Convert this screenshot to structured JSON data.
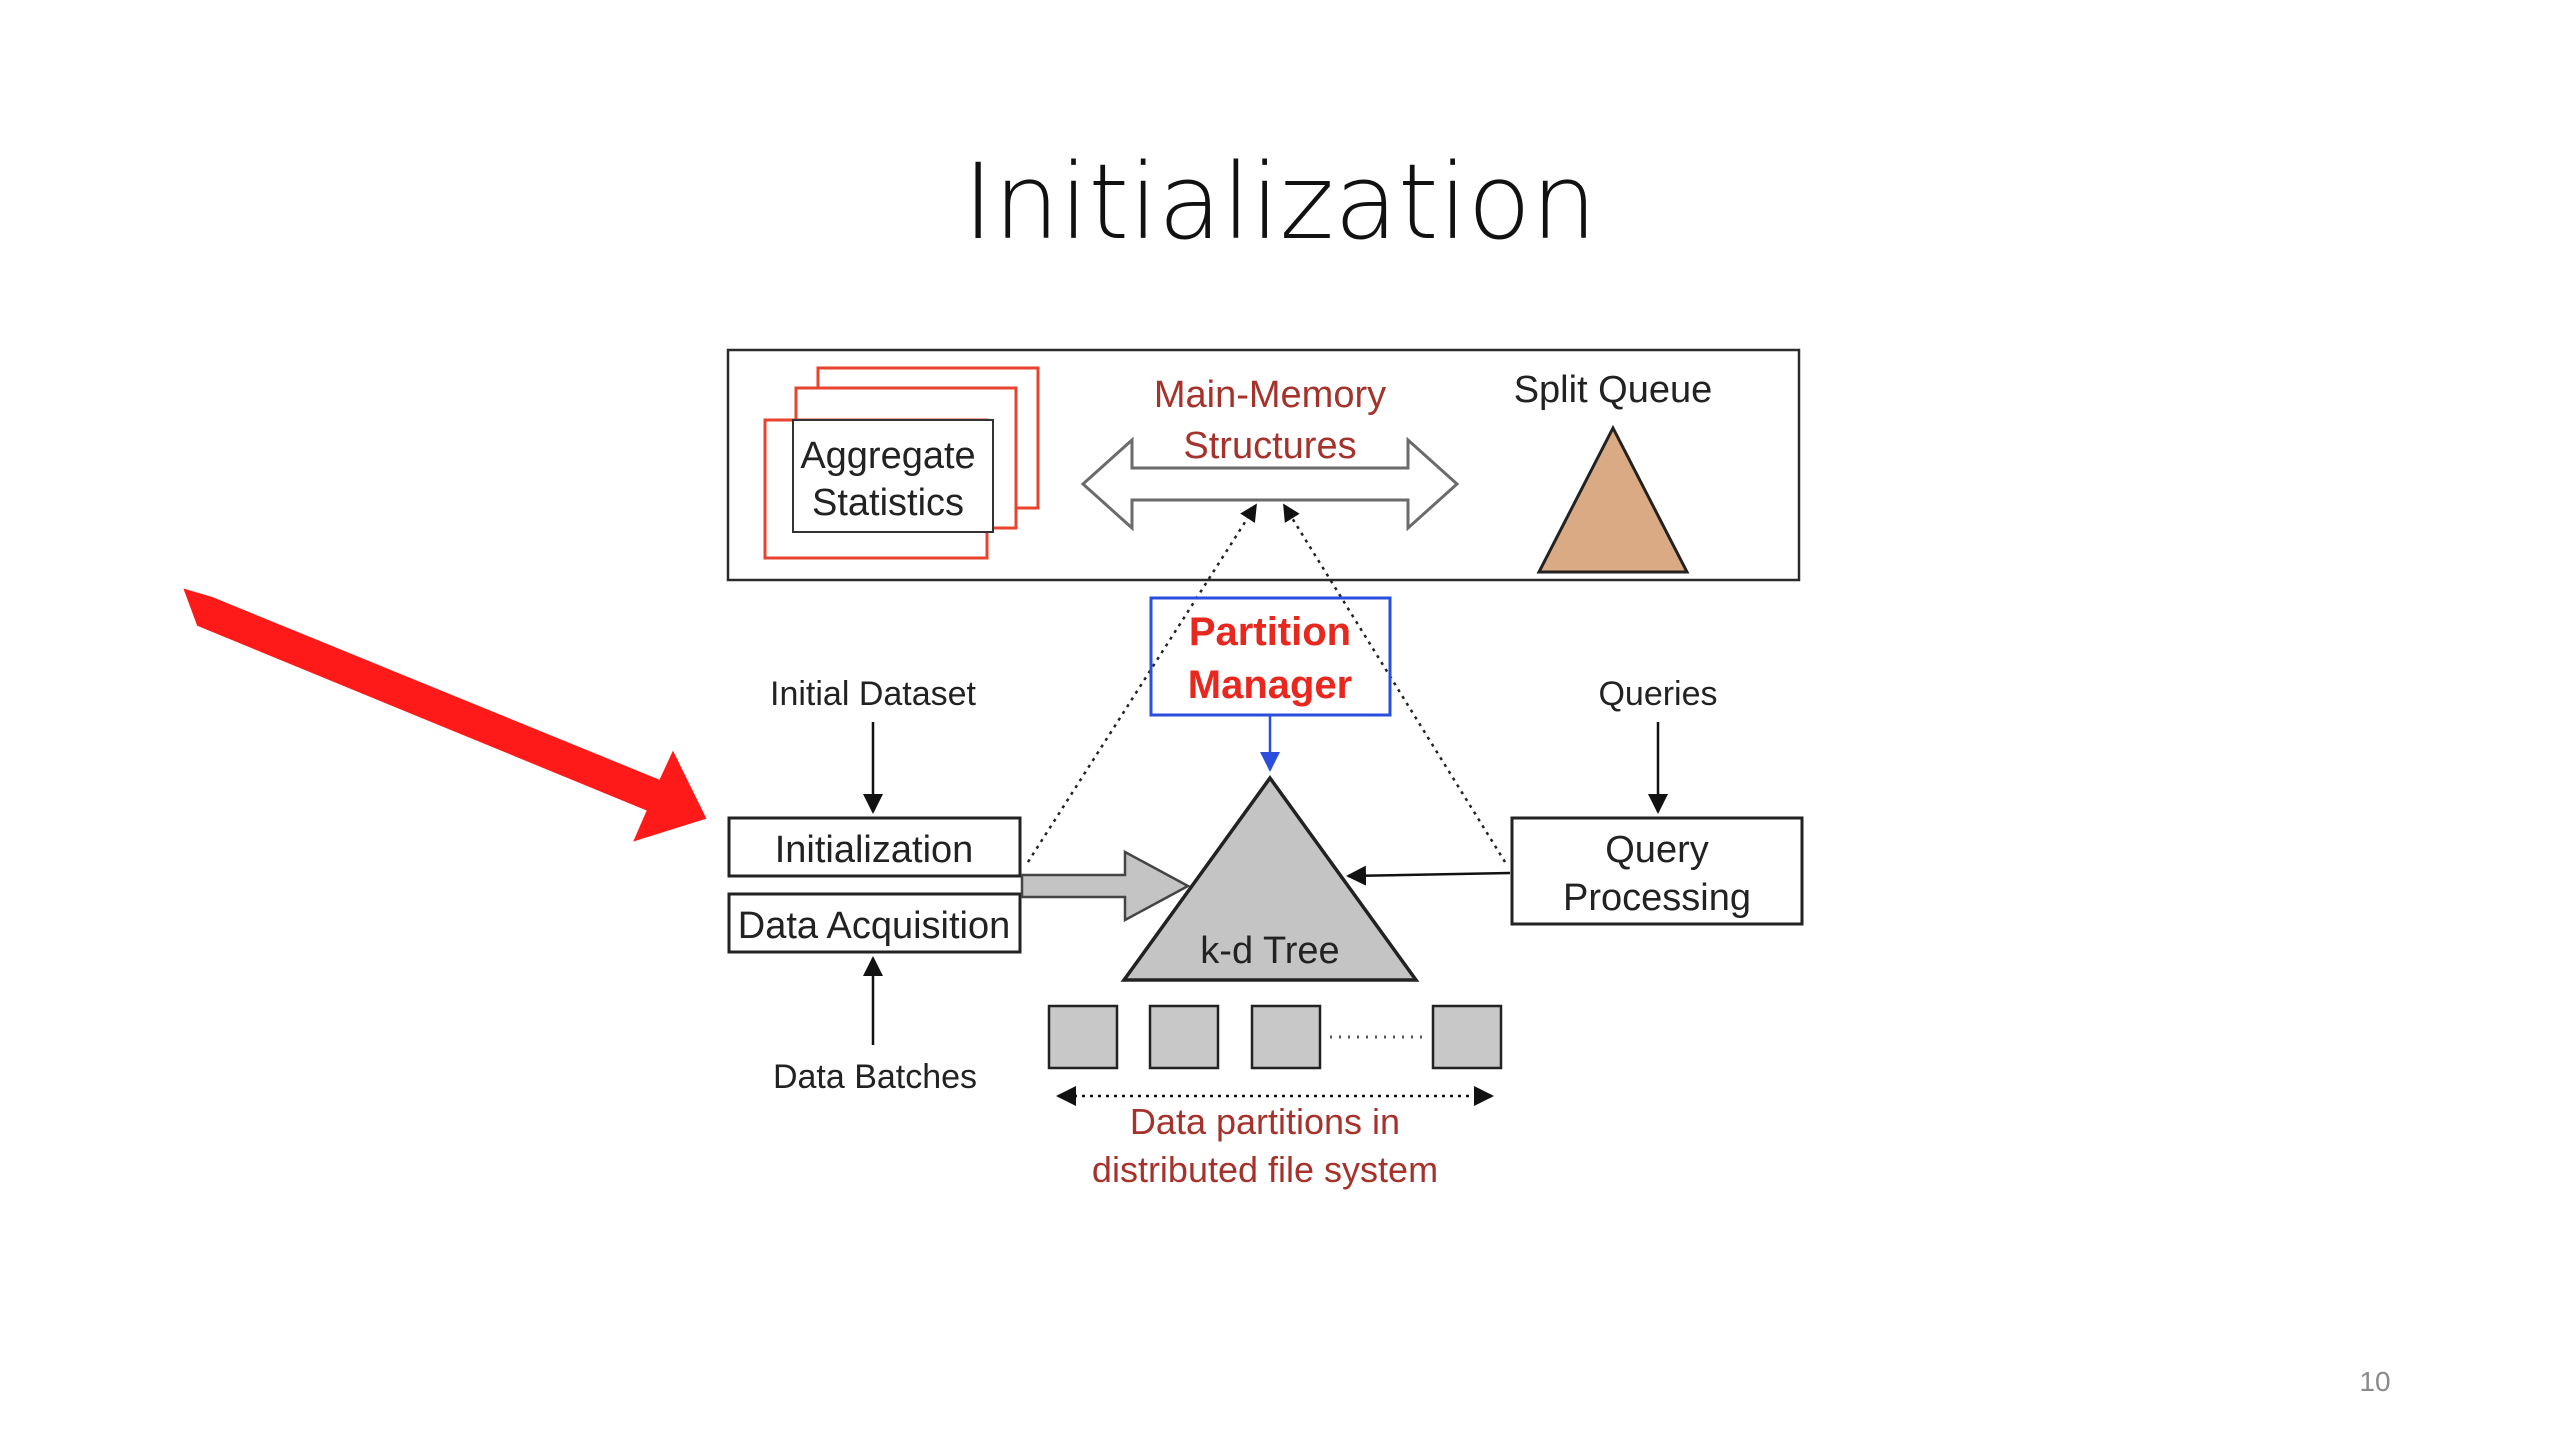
{
  "slide": {
    "title": "Initialization",
    "page_number": "10"
  },
  "diagram": {
    "main_memory_box": {
      "aggregate_statistics": [
        "Aggregate",
        "Statistics"
      ],
      "main_memory_structures": [
        "Main-Memory",
        "Structures"
      ],
      "split_queue": "Split Queue"
    },
    "partition_manager": [
      "Partition",
      "Manager"
    ],
    "initial_dataset": "Initial Dataset",
    "initialization": "Initialization",
    "data_acquisition": "Data Acquisition",
    "data_batches": "Data Batches",
    "kd_tree": "k-d Tree",
    "queries": "Queries",
    "query_processing": [
      "Query",
      "Processing"
    ],
    "data_partitions": [
      "Data partitions in",
      "distributed file system"
    ]
  },
  "colors": {
    "highlight_arrow": "#ff1a1a",
    "dark_red_text": "#a5322b",
    "partition_manager_text": "#e8281e",
    "partition_manager_border": "#2a4fdc",
    "aggregate_stack_border": "#e8432e",
    "split_queue_fill": "#d9aa84",
    "kd_tree_fill": "#c4c4c4",
    "partition_block_fill": "#c8c8c8"
  }
}
